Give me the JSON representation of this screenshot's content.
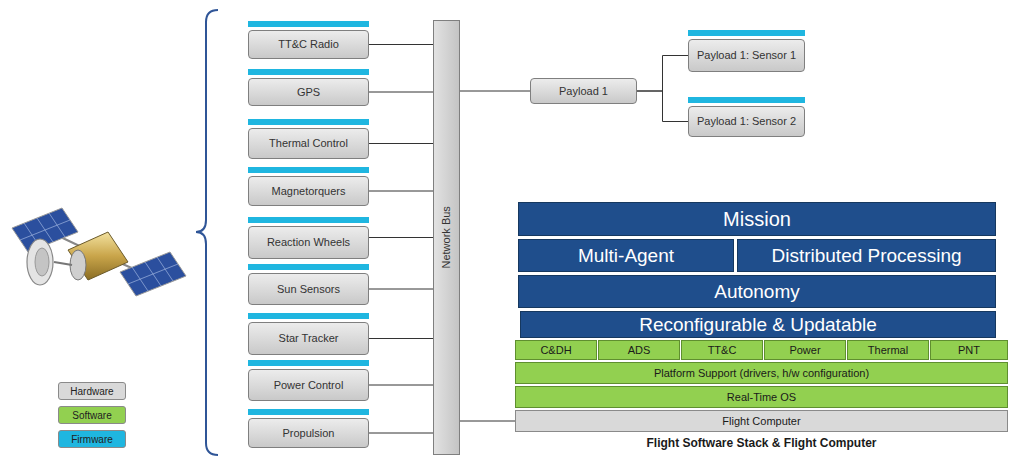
{
  "diagram": {
    "caption": "Flight Software Stack & Flight Computer",
    "nodes": [
      {
        "text": [
          "TT&C Radio"
        ]
      },
      {
        "text": [
          "GPS"
        ]
      },
      {
        "text": [
          "Thermal Control"
        ]
      },
      {
        "text": [
          "Magnetorquers"
        ]
      },
      {
        "text": [
          "Reaction Wheels"
        ]
      },
      {
        "text": [
          "Sun Sensors"
        ]
      },
      {
        "text": [
          "Star Tracker"
        ]
      },
      {
        "text": [
          "Power Control"
        ]
      },
      {
        "text": [
          "Propulsion"
        ]
      },
      {
        "text": [
          "Network Bus"
        ]
      },
      {
        "text": [
          "Payload 1"
        ]
      },
      {
        "text": [
          "Payload 1: Sensor 1"
        ]
      },
      {
        "text": [
          "Payload 1: Sensor 2"
        ]
      },
      {
        "text": [
          "Mission"
        ]
      },
      {
        "text": [
          "Multi-Agent"
        ]
      },
      {
        "text": [
          "Distributed Processing"
        ]
      },
      {
        "text": [
          "Autonomy"
        ]
      },
      {
        "text": [
          "Reconfigurable & Updatable"
        ]
      },
      {
        "text": [
          "C&DH"
        ]
      },
      {
        "text": [
          "ADS"
        ]
      },
      {
        "text": [
          "TT&C"
        ]
      },
      {
        "text": [
          "Power"
        ]
      },
      {
        "text": [
          "Thermal"
        ]
      },
      {
        "text": [
          "PNT"
        ]
      },
      {
        "text": [
          "Platform Support (drivers, h/w configuration)"
        ]
      },
      {
        "text": [
          "Real-Time OS"
        ]
      },
      {
        "text": [
          "Flight Computer"
        ]
      }
    ],
    "edges": [
      {
        "from": 0,
        "to": 9,
        "arrow": "none"
      },
      {
        "from": 1,
        "to": 9,
        "arrow": "none"
      },
      {
        "from": 2,
        "to": 9,
        "arrow": "none"
      },
      {
        "from": 3,
        "to": 9,
        "arrow": "none"
      },
      {
        "from": 4,
        "to": 9,
        "arrow": "none"
      },
      {
        "from": 5,
        "to": 9,
        "arrow": "none"
      },
      {
        "from": 6,
        "to": 9,
        "arrow": "none"
      },
      {
        "from": 7,
        "to": 9,
        "arrow": "none"
      },
      {
        "from": 8,
        "to": 9,
        "arrow": "none"
      },
      {
        "from": 9,
        "to": 10,
        "arrow": "none"
      },
      {
        "from": 10,
        "to": 11,
        "arrow": "none"
      },
      {
        "from": 10,
        "to": 12,
        "arrow": "none"
      },
      {
        "from": 9,
        "to": 26,
        "arrow": "none"
      }
    ],
    "legend": [
      {
        "text": "Hardware",
        "color": "#d9d9d9"
      },
      {
        "text": "Software",
        "color": "#92d050"
      },
      {
        "text": "Firmware",
        "color": "#1fb6e0"
      }
    ]
  }
}
